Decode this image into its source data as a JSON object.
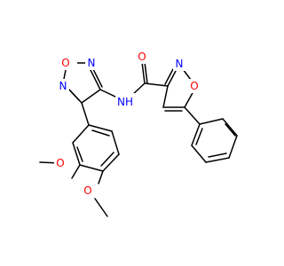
{
  "colors": {
    "carbon": "#000000",
    "nitrogen": "#0000ff",
    "oxygen": "#ff0000",
    "background": "#ffffff"
  },
  "atoms": {
    "oxadiazole_o": "O",
    "oxadiazole_n_top": "N",
    "oxadiazole_n_left": "N",
    "amide_nh": "NH",
    "carbonyl_o": "O",
    "isoxazole_n": "N",
    "isoxazole_o": "O",
    "methoxy_o_upper": "O",
    "methoxy_o_lower": "O"
  }
}
